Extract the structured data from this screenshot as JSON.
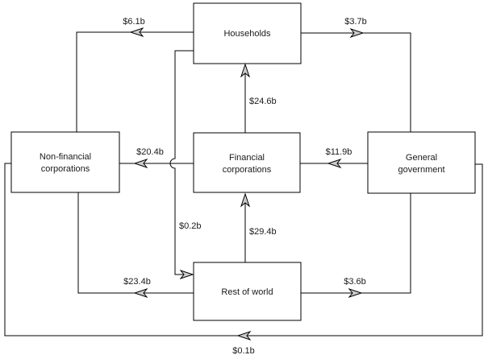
{
  "diagram": {
    "description": "Sector financial flows diagram",
    "colors": {
      "background": "#ffffff",
      "line": "#000000",
      "box_fill": "#ffffff",
      "arrow_fill": "#cccccc",
      "text": "#1a1a1a"
    },
    "nodes": [
      {
        "id": "households",
        "lines": [
          "Households"
        ]
      },
      {
        "id": "non-financial-corporations",
        "lines": [
          "Non-financial",
          "corporations"
        ]
      },
      {
        "id": "financial-corporations",
        "lines": [
          "Financial",
          "corporations"
        ]
      },
      {
        "id": "general-government",
        "lines": [
          "General",
          "government"
        ]
      },
      {
        "id": "rest-of-world",
        "lines": [
          "Rest of world"
        ]
      }
    ],
    "flows": [
      {
        "amount": "$6.1b",
        "from": "Households",
        "to": "Non-financial corporations"
      },
      {
        "amount": "$3.7b",
        "from": "Households",
        "to": "General government"
      },
      {
        "amount": "$24.6b",
        "from": "Financial corporations",
        "to": "Households"
      },
      {
        "amount": "$20.4b",
        "from": "Financial corporations",
        "to": "Non-financial corporations"
      },
      {
        "amount": "$11.9b",
        "from": "General government",
        "to": "Financial corporations"
      },
      {
        "amount": "$0.2b",
        "from": "Households",
        "to": "Rest of world"
      },
      {
        "amount": "$29.4b",
        "from": "Rest of world",
        "to": "Financial corporations"
      },
      {
        "amount": "$23.4b",
        "from": "Rest of world",
        "to": "Non-financial corporations"
      },
      {
        "amount": "$3.6b",
        "from": "Rest of world",
        "to": "General government"
      },
      {
        "amount": "$0.1b",
        "from": "General government",
        "to": "Non-financial corporations"
      }
    ]
  }
}
